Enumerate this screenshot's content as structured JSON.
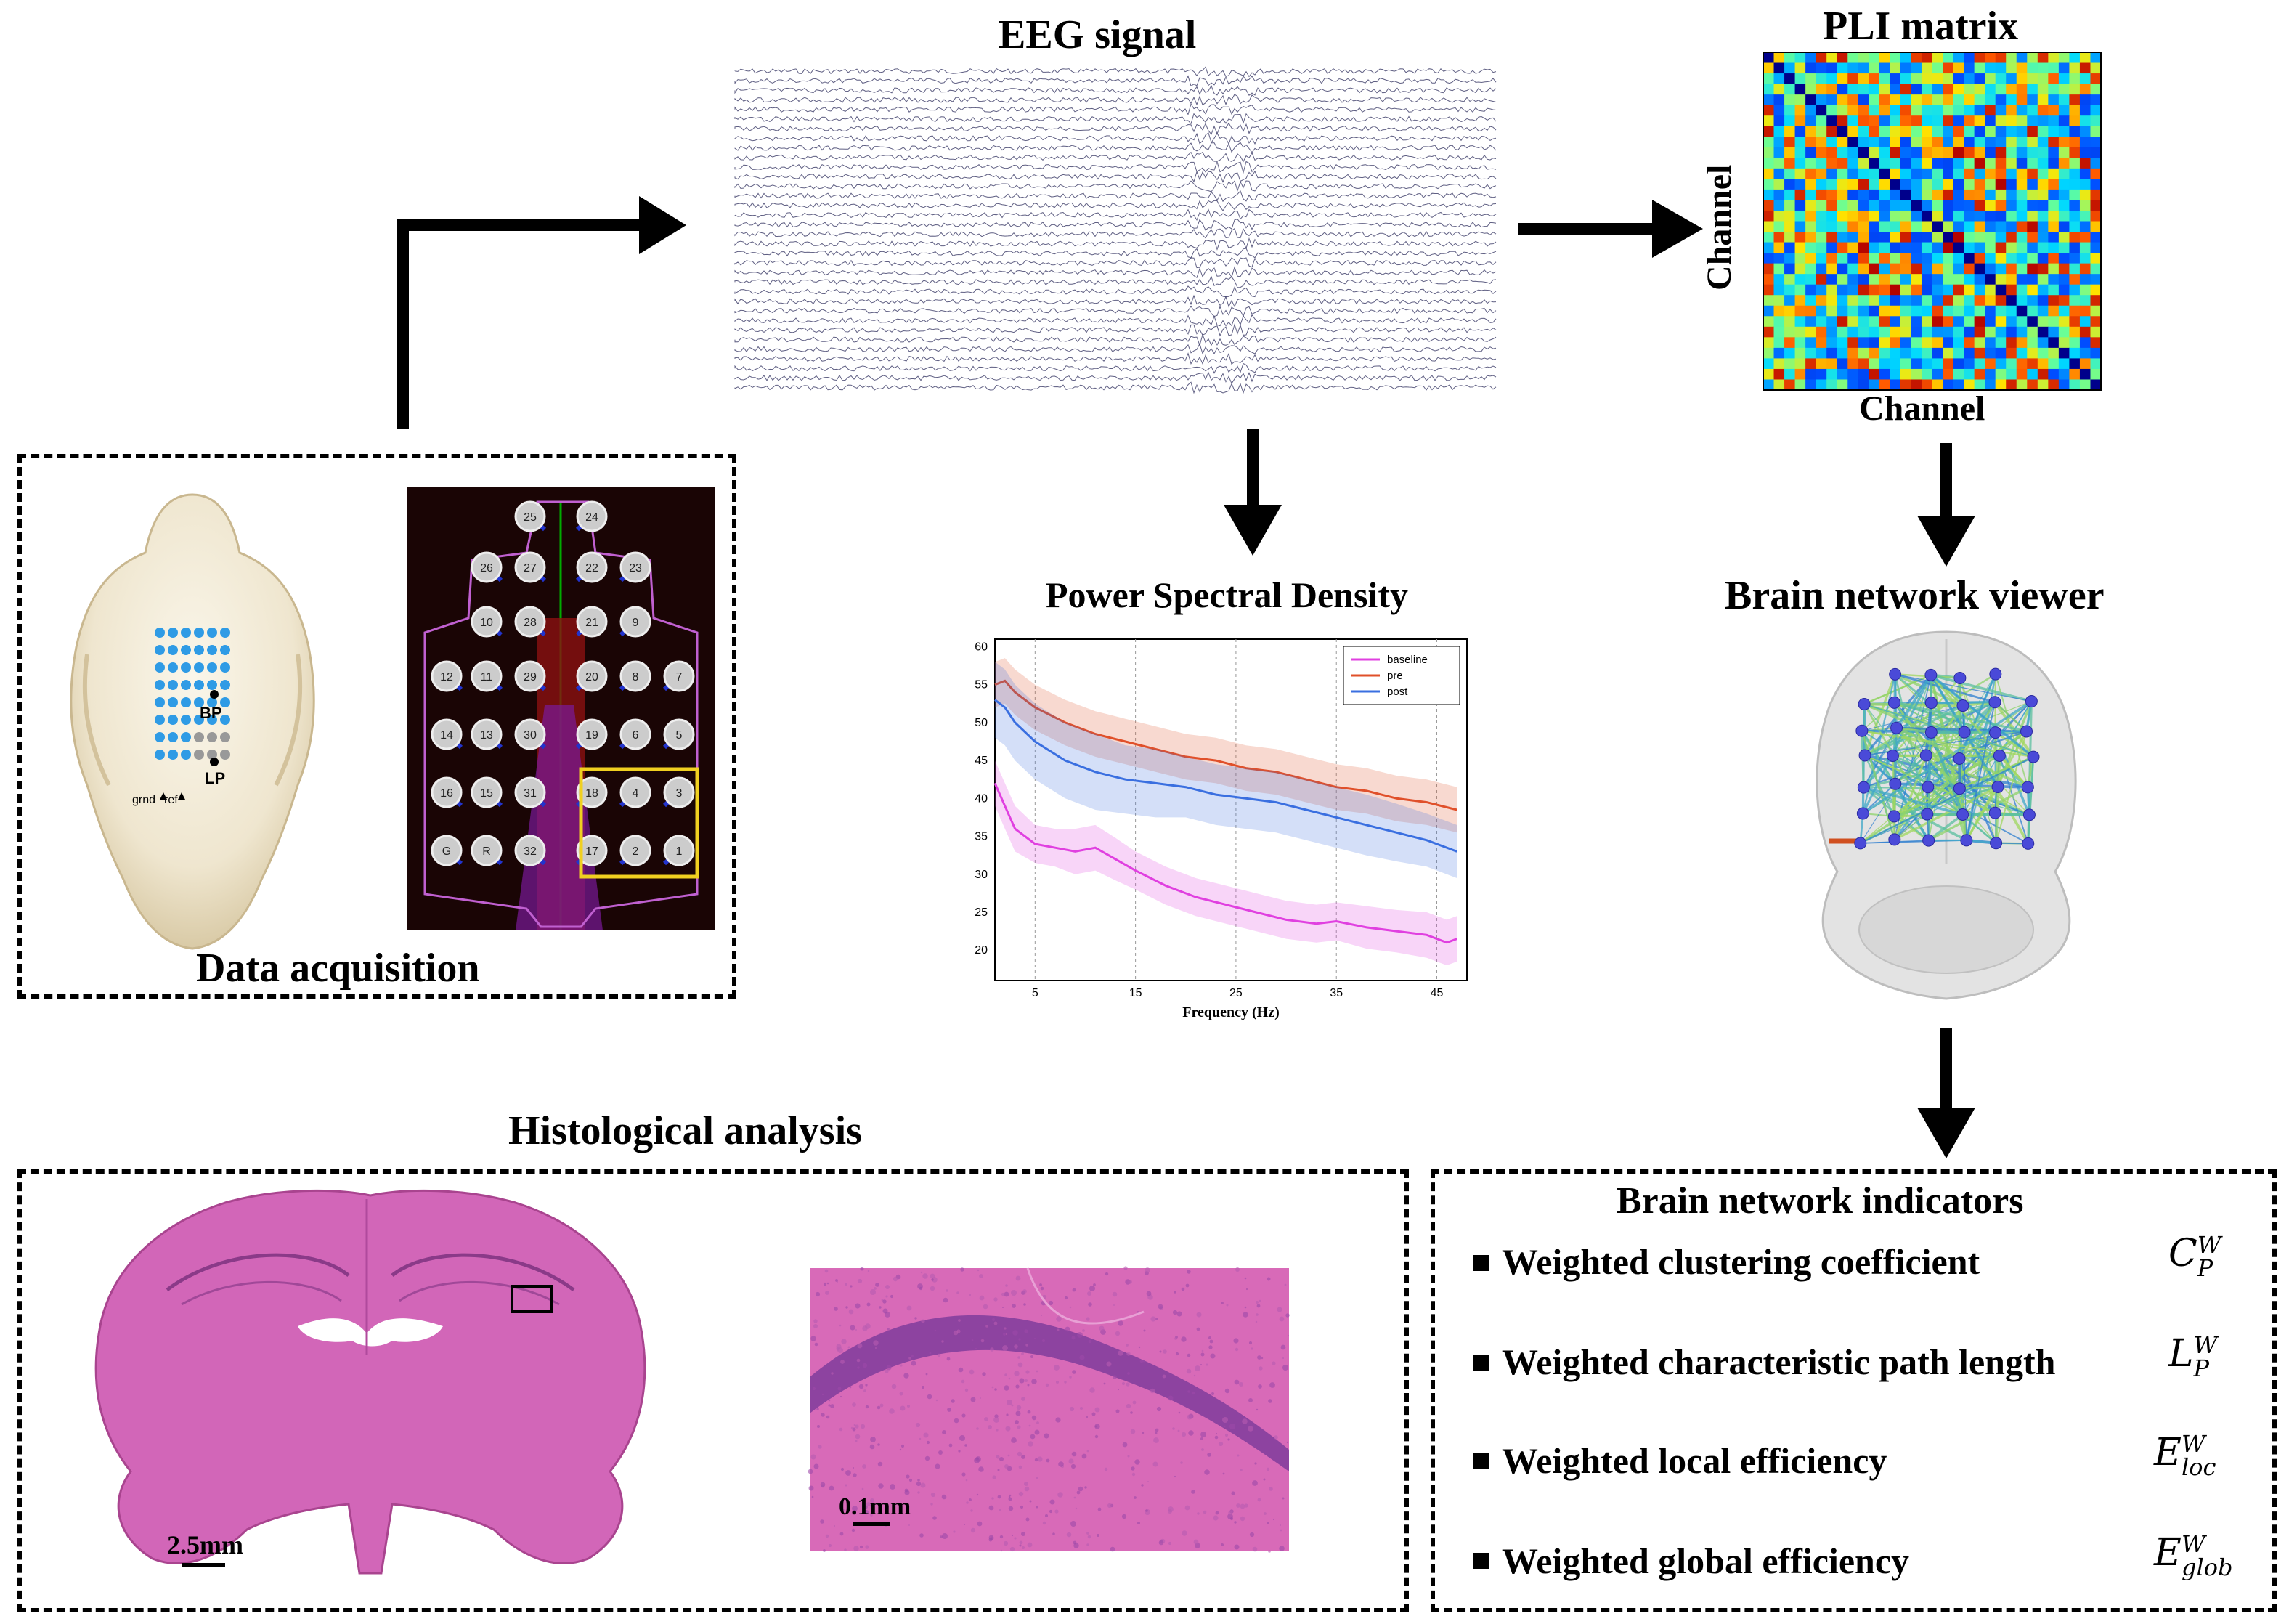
{
  "titles": {
    "eeg_signal": "EEG signal",
    "pli_matrix": "PLI matrix",
    "psd": "Power Spectral Density",
    "brain_viewer": "Brain network viewer",
    "data_acquisition": "Data acquisition",
    "histology": "Histological analysis",
    "indicators": "Brain network indicators"
  },
  "pli_axes": {
    "ylabel": "Channel",
    "xlabel": "Channel"
  },
  "skull_labels": {
    "bp": "BP",
    "lp": "LP",
    "grnd": "grnd",
    "ref": "ref"
  },
  "pcb_pads": [
    "25",
    "24",
    "26",
    "27",
    "22",
    "23",
    "10",
    "28",
    "21",
    "9",
    "12",
    "11",
    "29",
    "20",
    "8",
    "7",
    "14",
    "13",
    "30",
    "19",
    "6",
    "5",
    "16",
    "15",
    "31",
    "18",
    "4",
    "3",
    "G",
    "R",
    "32",
    "17",
    "2",
    "1"
  ],
  "scalebars": {
    "coronal": "2.5mm",
    "zoom": "0.1mm"
  },
  "indicators": [
    {
      "label": "Weighted clustering coefficient",
      "sym": "C",
      "sup": "W",
      "sub": "P"
    },
    {
      "label": "Weighted characteristic path length",
      "sym": "L",
      "sup": "W",
      "sub": "P"
    },
    {
      "label": "Weighted local efficiency",
      "sym": "E",
      "sup": "W",
      "sub": "loc"
    },
    {
      "label": "Weighted global efficiency",
      "sym": "E",
      "sup": "W",
      "sub": "glob"
    }
  ],
  "colors": {
    "baseline": "#e040e0",
    "pre": "#e0502a",
    "post": "#3a6fe0",
    "he_stain": "#d35fb5",
    "pcb_bg": "#1a0505"
  },
  "chart_data": {
    "type": "line",
    "title": "Power Spectral Density",
    "xlabel": "Frequency (Hz)",
    "ylabel": "",
    "xlim": [
      1,
      48
    ],
    "ylim": [
      16,
      61
    ],
    "xticks": [
      5,
      15,
      25,
      35,
      45
    ],
    "yticks": [
      20,
      25,
      30,
      35,
      40,
      45,
      50,
      55,
      60
    ],
    "grid": "vertical dotted",
    "legend": "top-right",
    "series": [
      {
        "name": "baseline",
        "x": [
          1,
          2,
          3,
          5,
          7,
          9,
          11,
          13,
          15,
          18,
          21,
          24,
          27,
          30,
          33,
          35,
          38,
          41,
          44,
          46,
          47
        ],
        "y": [
          42,
          39,
          36,
          34,
          33.5,
          33,
          33.5,
          32,
          30.5,
          28.5,
          27,
          26,
          25,
          24,
          23.5,
          23.8,
          23,
          22.5,
          22,
          21,
          21.5
        ],
        "band": [
          3,
          3,
          3,
          2.5,
          2.5,
          3,
          3,
          2.8,
          2.5,
          2.5,
          2.5,
          2.5,
          2.5,
          2.5,
          2.5,
          2.5,
          2.8,
          2.8,
          3,
          3,
          3
        ]
      },
      {
        "name": "pre",
        "x": [
          1,
          2,
          3,
          5,
          8,
          11,
          14,
          17,
          20,
          23,
          26,
          29,
          32,
          35,
          38,
          41,
          44,
          47
        ],
        "y": [
          55,
          55.5,
          54,
          52,
          50,
          48.5,
          47.5,
          46.5,
          45.5,
          45,
          44,
          43.5,
          42.5,
          41.5,
          41,
          40,
          39.5,
          38.5
        ],
        "band": [
          3,
          3,
          3,
          3,
          3,
          3,
          3,
          3,
          3,
          3,
          3,
          3,
          3,
          3,
          3,
          3,
          3,
          3
        ]
      },
      {
        "name": "post",
        "x": [
          1,
          2,
          3,
          5,
          8,
          11,
          14,
          17,
          20,
          23,
          26,
          29,
          32,
          35,
          38,
          41,
          44,
          47
        ],
        "y": [
          53,
          52,
          50,
          47.5,
          45,
          43.5,
          42.5,
          42,
          41.5,
          40.5,
          40,
          39.5,
          38.5,
          37.5,
          36.5,
          35.5,
          34.5,
          33
        ],
        "band": [
          5,
          5,
          5,
          5,
          5,
          5,
          4.5,
          4.5,
          4,
          4,
          4,
          4,
          4,
          4,
          4,
          3.8,
          3.5,
          3.5
        ]
      }
    ]
  }
}
